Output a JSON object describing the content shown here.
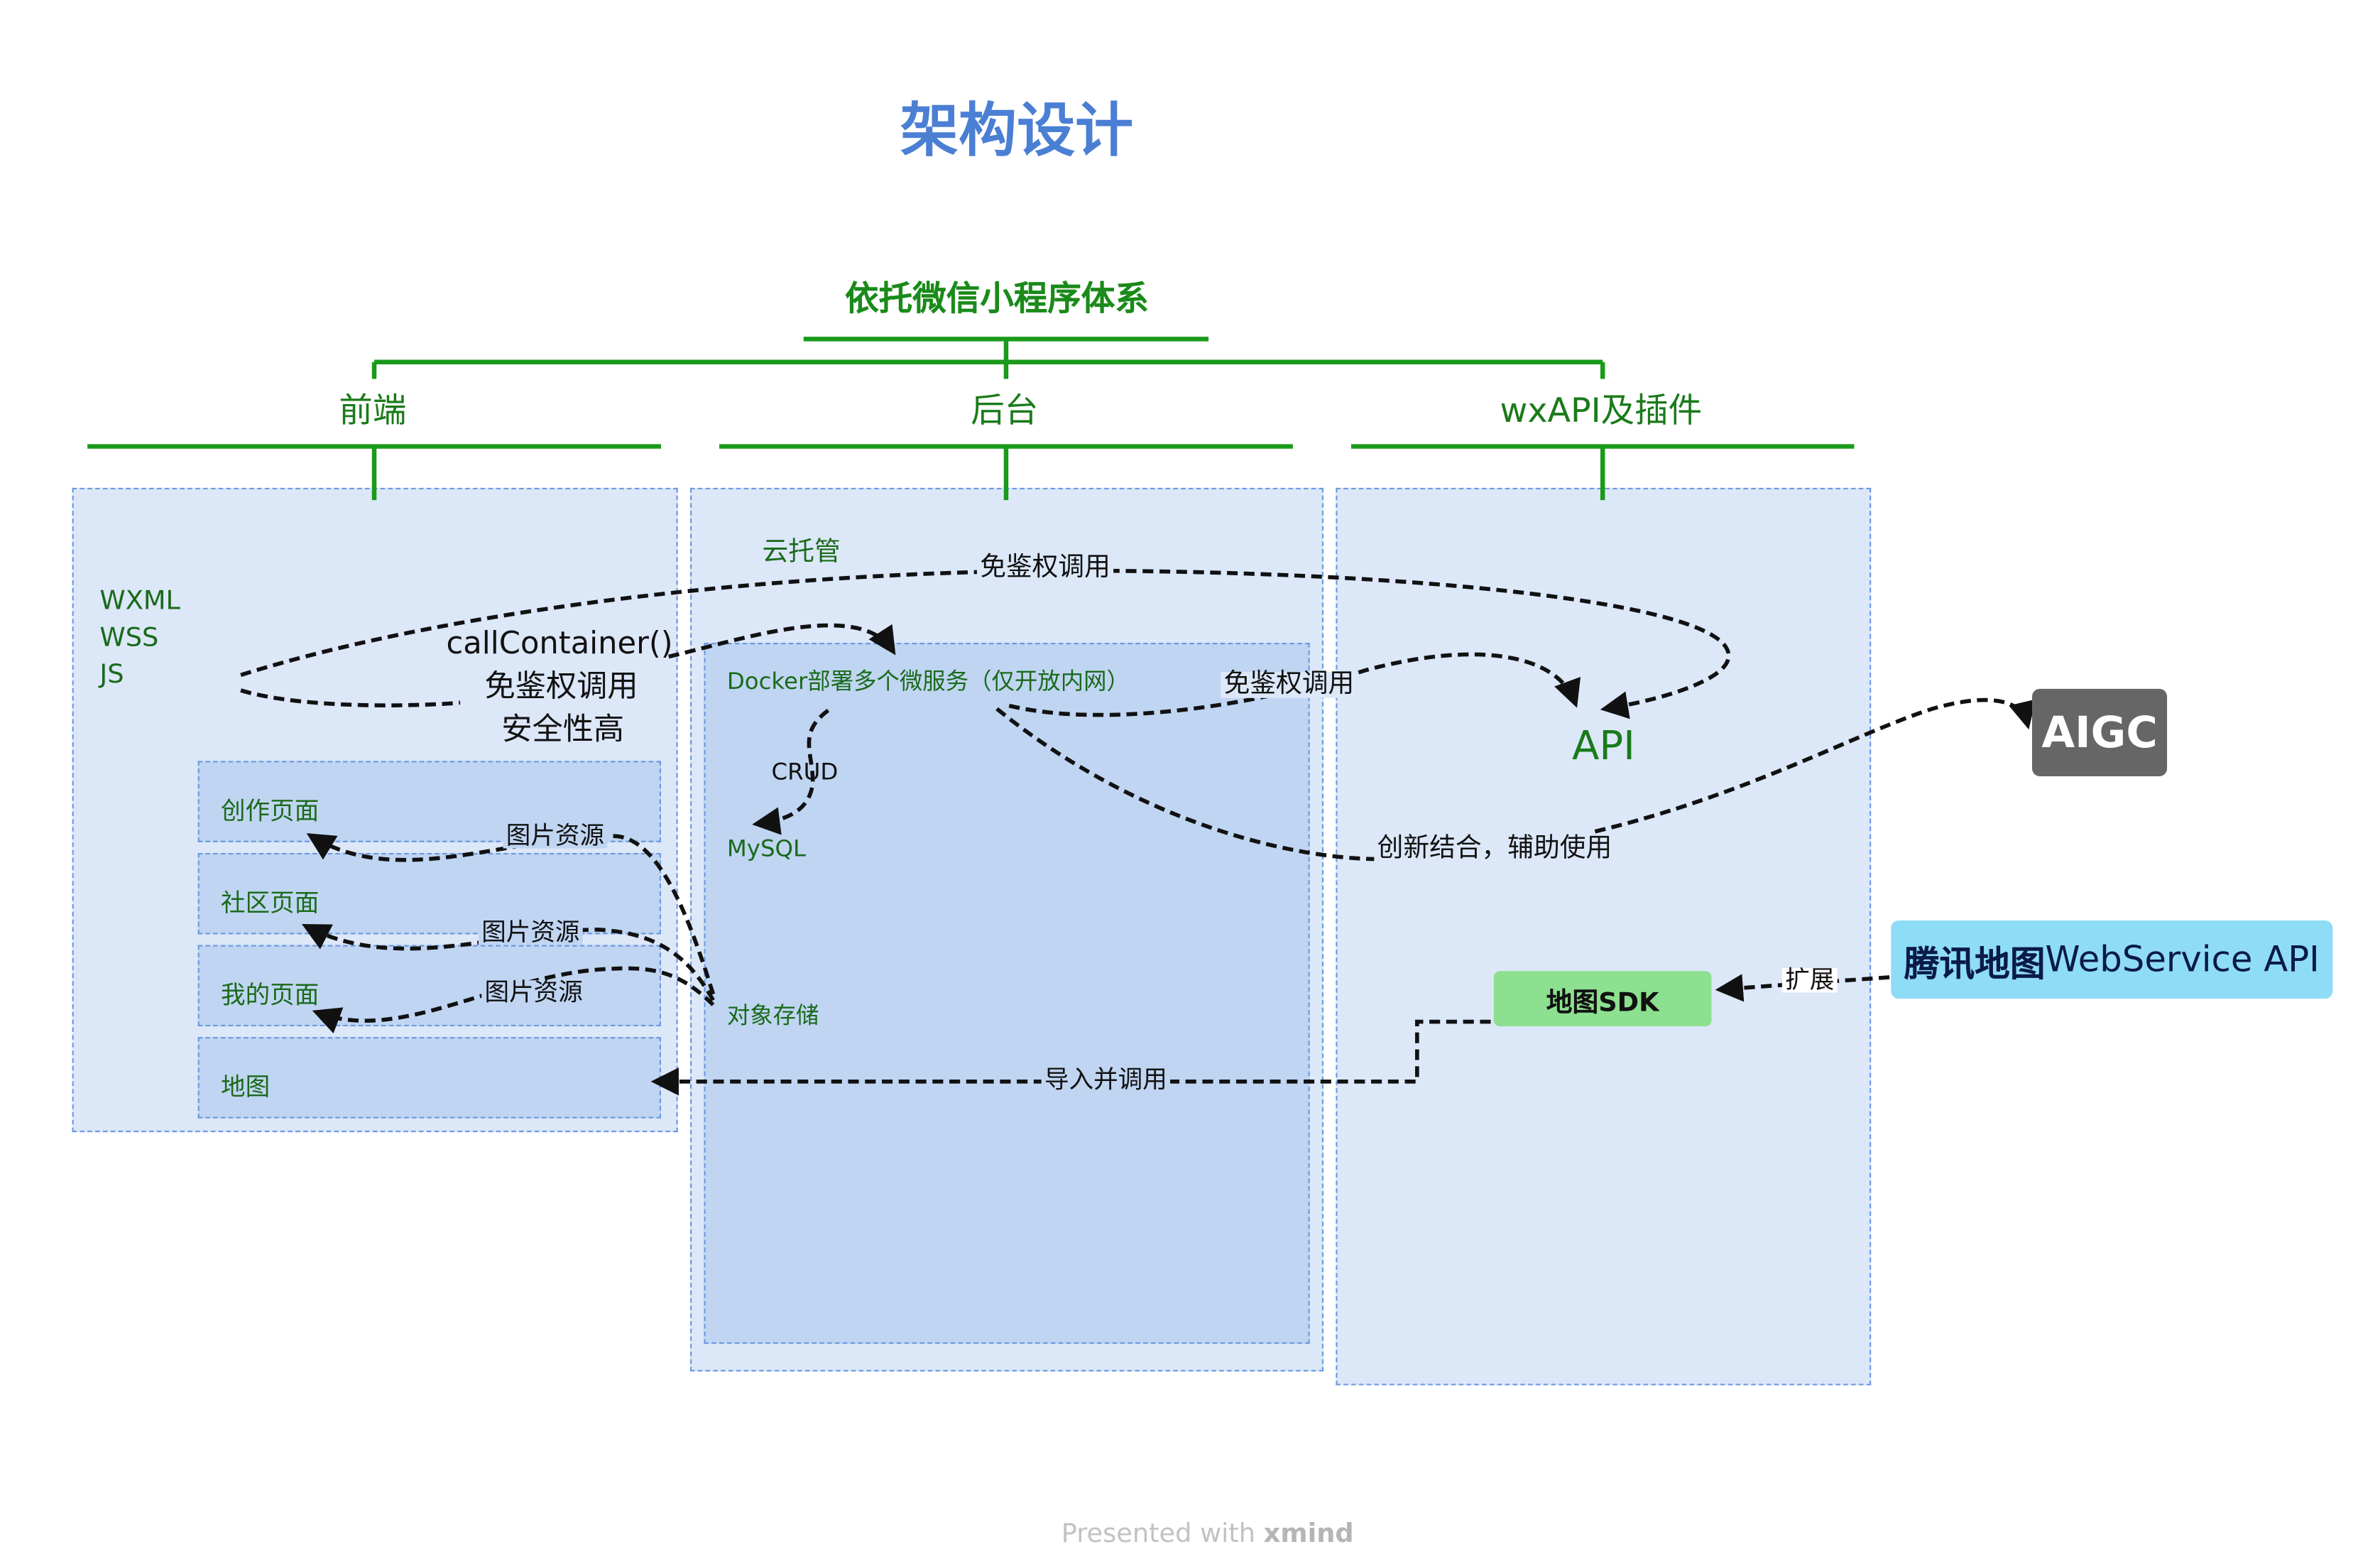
{
  "title": "架构设计",
  "root": "依托微信小程序体系",
  "branches": {
    "frontend": "前端",
    "backend": "后台",
    "wxapi": "wxAPI及插件"
  },
  "frontend": {
    "tech": [
      "WXML",
      "WSS",
      "JS"
    ],
    "pages": [
      "创作页面",
      "社区页面",
      "我的页面",
      "地图"
    ]
  },
  "call_note": [
    "callContainer()",
    "免鉴权调用",
    "安全性高"
  ],
  "backend": {
    "cloud_hosting": "云托管",
    "docker": "Docker部署多个微服务（仅开放内网）",
    "crud": "CRUD",
    "mysql": "MySQL",
    "object_storage": "对象存储"
  },
  "wxapi": {
    "api": "API",
    "map_sdk": "地图SDK"
  },
  "edge_labels": {
    "auth_free_top": "免鉴权调用",
    "auth_free_docker": "免鉴权调用",
    "innovation": "创新结合，辅助使用",
    "image_res": "图片资源",
    "import_call": "导入并调用",
    "extend": "扩展"
  },
  "external": {
    "aigc": "AIGC",
    "tencent_bold": "腾讯地图",
    "tencent_rest": "WebService API"
  },
  "footer": {
    "prefix": "Presented with ",
    "brand": "xmind"
  },
  "colors": {
    "title": "#4a7fd4",
    "tree_line": "#1a9a1a",
    "panel_fill": "#dce7f8",
    "subpanel_fill": "#c0d5f2",
    "panel_border": "#6b9ae0",
    "aigc_fill": "#666666",
    "tencent_fill": "#8fdcf6",
    "map_sdk_fill": "#8ce08f"
  }
}
